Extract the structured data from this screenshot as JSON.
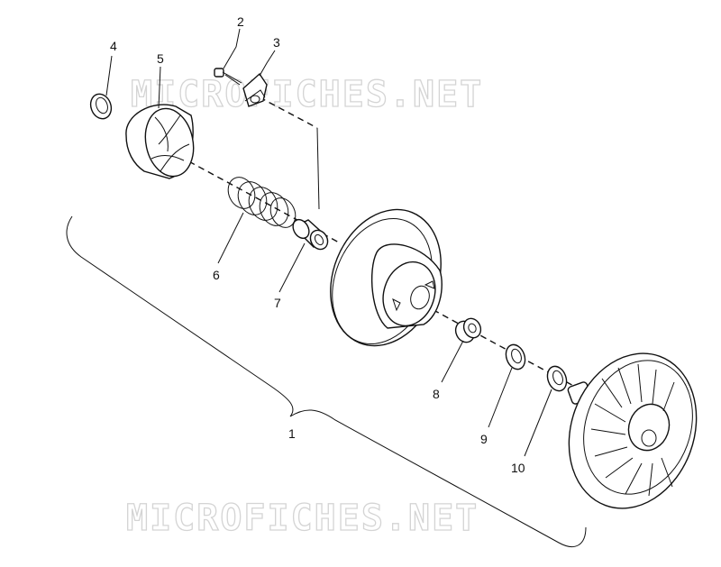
{
  "watermark": {
    "text": "MICROFICHES.NET"
  },
  "callouts": {
    "c1": "1",
    "c2": "2",
    "c3": "3",
    "c4": "4",
    "c5": "5",
    "c6": "6",
    "c7": "7",
    "c8": "8",
    "c9": "9",
    "c10": "10"
  },
  "colors": {
    "ink": "#111111",
    "watermark": "#d4d4d4",
    "background": "#ffffff"
  }
}
